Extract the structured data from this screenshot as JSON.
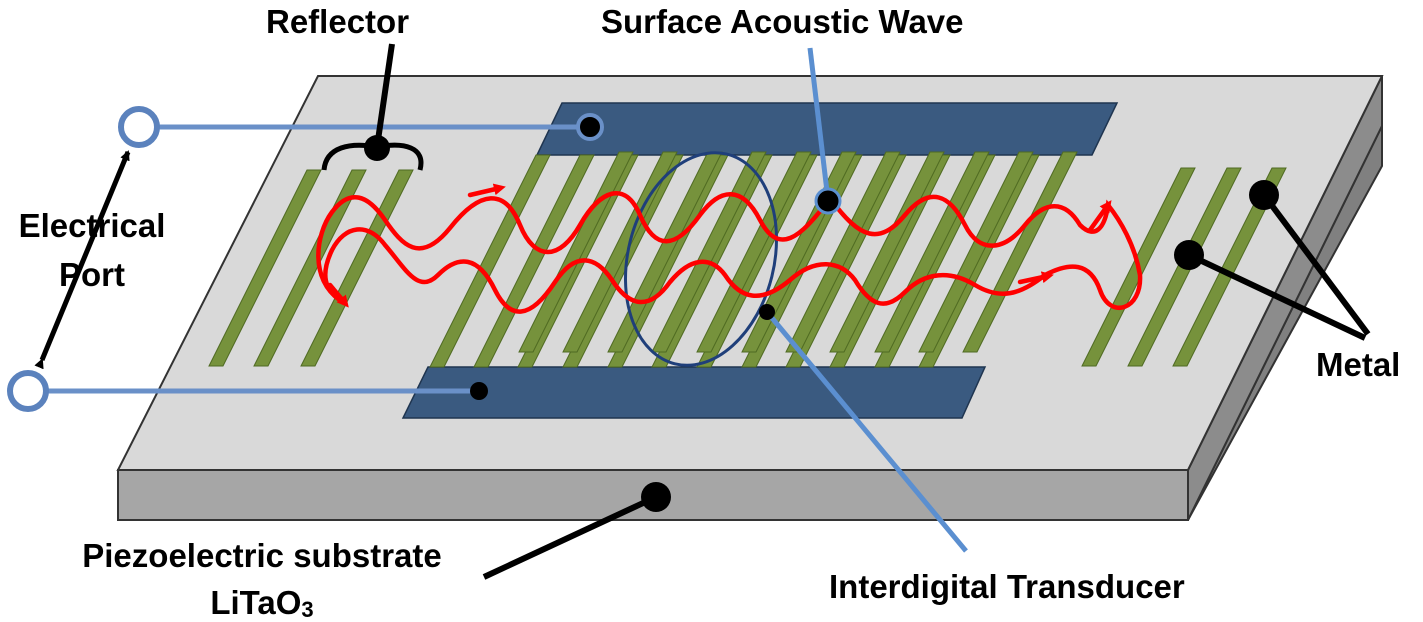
{
  "labels": {
    "reflector": "Reflector",
    "surface_acoustic_wave": "Surface Acoustic Wave",
    "electrical_port_line1": "Electrical",
    "electrical_port_line2": "Port",
    "metal": "Metal",
    "piezo_line1": "Piezoelectric substrate",
    "piezo_formula_main": "LiTaO",
    "piezo_formula_sub": "3",
    "interdigital_transducer": "Interdigital Transducer"
  },
  "colors": {
    "substrate_top": "#d9d9d9",
    "substrate_front": "#a6a6a6",
    "substrate_side": "#808080",
    "metal_fingers": "#76923c",
    "bus_bars": "#3a5a80",
    "wave": "#ff0000",
    "leader_blue": "#5b8fd0",
    "port_line": "#6a90c8",
    "ellipse": "#1f3f7a"
  }
}
